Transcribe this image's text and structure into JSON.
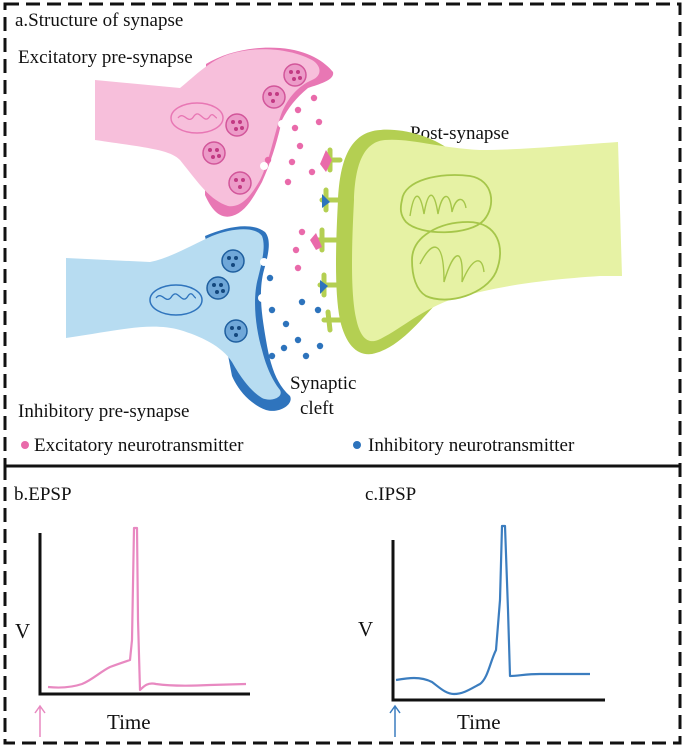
{
  "panel_a": {
    "title": "a.Structure of  synapse",
    "excitatory_pre_label": "Excitatory pre-synapse",
    "post_label": "Post-synapse",
    "inhibitory_pre_label": "Inhibitory pre-synapse",
    "cleft_label_line1": "Synaptic",
    "cleft_label_line2": "cleft",
    "legend": {
      "excitatory": "Excitatory neurotransmitter",
      "inhibitory": "Inhibitory neurotransmitter"
    }
  },
  "panel_b": {
    "title": "b.EPSP",
    "ylabel": "V",
    "xlabel": "Time"
  },
  "panel_c": {
    "title": "c.IPSP",
    "ylabel": "V",
    "xlabel": "Time"
  },
  "colors": {
    "excitatory_fill": "#f7bfdb",
    "excitatory_edge": "#e877b4",
    "excitatory_dot": "#e96aaa",
    "inhibitory_fill": "#b7dcf1",
    "inhibitory_edge": "#2f74bd",
    "inhibitory_dot": "#2d73bc",
    "post_fill": "#e6f2a4",
    "post_edge": "#b4cf52",
    "epsp_trace": "#e889c1",
    "ipsp_trace": "#3b7dbf"
  }
}
